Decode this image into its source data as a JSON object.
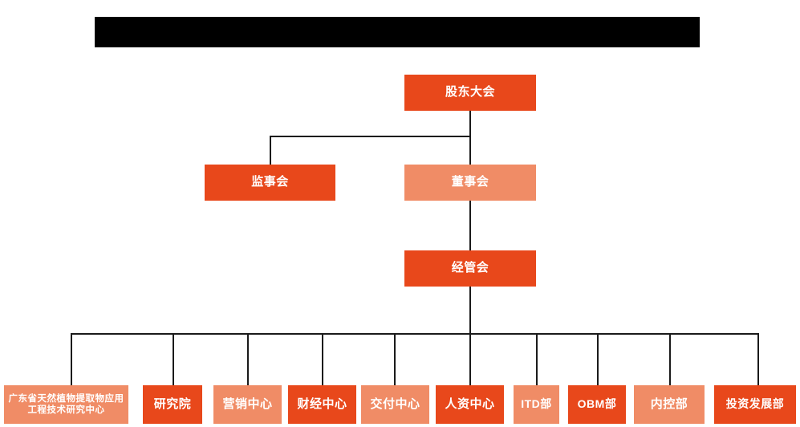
{
  "diagram": {
    "type": "organization-chart",
    "title_bar": {
      "text": "",
      "redacted": true
    },
    "colors": {
      "accent_dark": "#E8481B",
      "accent_light": "#F08C66",
      "connector": "#1a1a1a",
      "background": "#FFFFFF",
      "text": "#FFFFFF"
    },
    "levels": [
      {
        "level": 1,
        "nodes": [
          {
            "id": "shareholders",
            "label": "股东大会",
            "style": "dark"
          }
        ]
      },
      {
        "level": 2,
        "nodes": [
          {
            "id": "supervisors",
            "label": "监事会",
            "style": "dark"
          },
          {
            "id": "directors",
            "label": "董事会",
            "style": "light"
          }
        ]
      },
      {
        "level": 3,
        "nodes": [
          {
            "id": "management",
            "label": "经管会",
            "style": "dark"
          }
        ]
      },
      {
        "level": 4,
        "nodes": [
          {
            "id": "gd-research-center",
            "label": "广东省天然植物提取物应用工程技术研究中心",
            "style": "light"
          },
          {
            "id": "research-institute",
            "label": "研究院",
            "style": "dark"
          },
          {
            "id": "marketing-center",
            "label": "营销中心",
            "style": "light"
          },
          {
            "id": "finance-center",
            "label": "财经中心",
            "style": "dark"
          },
          {
            "id": "delivery-center",
            "label": "交付中心",
            "style": "light"
          },
          {
            "id": "hr-center",
            "label": "人资中心",
            "style": "dark"
          },
          {
            "id": "itd-dept",
            "label": "ITD部",
            "style": "light"
          },
          {
            "id": "obm-dept",
            "label": "OBM部",
            "style": "dark"
          },
          {
            "id": "internal-control-dept",
            "label": "内控部",
            "style": "light"
          },
          {
            "id": "investment-development-dept",
            "label": "投资发展部",
            "style": "dark"
          }
        ]
      }
    ]
  }
}
